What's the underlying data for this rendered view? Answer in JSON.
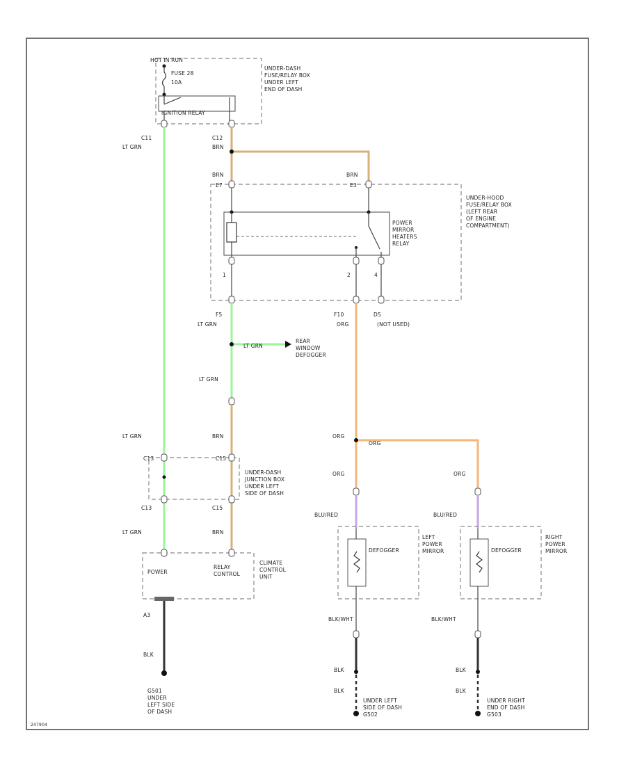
{
  "colors": {
    "lt_grn": "#9BF59B",
    "brn": "#D6B07A",
    "org": "#F5B676",
    "blu_red": "#C6A7E8",
    "blk": "#333333"
  },
  "labels": {
    "hot_in_run": "HOT IN RUN",
    "fuse": "FUSE 28",
    "fuse_amp": "10A",
    "fuse_box": "UNDER-DASH\nFUSE/RELAY BOX\nUNDER LEFT\nEND OF DASH",
    "ignition": "IGNITION RELAY",
    "c11": "C11",
    "c12": "C12",
    "lt_grn": "LT GRN",
    "brn": "BRN",
    "e7": "E7",
    "e3": "E3",
    "hood_box": "UNDER-HOOD\nFUSE/RELAY BOX\n(LEFT REAR\nOF ENGINE\nCOMPARTMENT)",
    "relay": "POWER\nMIRROR\nHEATERS\nRELAY",
    "pin_1": "1",
    "pin_2": "2",
    "pin_4": "4",
    "f5": "F5",
    "f10": "F10",
    "d5": "D5",
    "org": "ORG",
    "not_used": "(NOT USED)",
    "rear_defogger": "REAR\nWINDOW\nDEFOGGER",
    "junction_box": "UNDER-DASH\nJUNCTION BOX\nUNDER LEFT\nSIDE OF DASH",
    "c13": "C13",
    "c15": "C15",
    "blu_red": "BLU/RED",
    "left_mirror": "LEFT\nPOWER\nMIRROR",
    "right_mirror": "RIGHT\nPOWER\nMIRROR",
    "defogger": "DEFOGGER",
    "power": "POWER",
    "relay_control": "RELAY\nCONTROL",
    "climate_unit": "CLIMATE\nCONTROL\nUNIT",
    "a3": "A3",
    "blk": "BLK",
    "blk_wht": "BLK/WHT",
    "g501": "G501\nUNDER\nLEFT SIDE\nOF DASH",
    "g502": "UNDER LEFT\nSIDE OF DASH\nG502",
    "g503": "UNDER RIGHT\nEND OF DASH\nG503",
    "footer": "247904"
  }
}
